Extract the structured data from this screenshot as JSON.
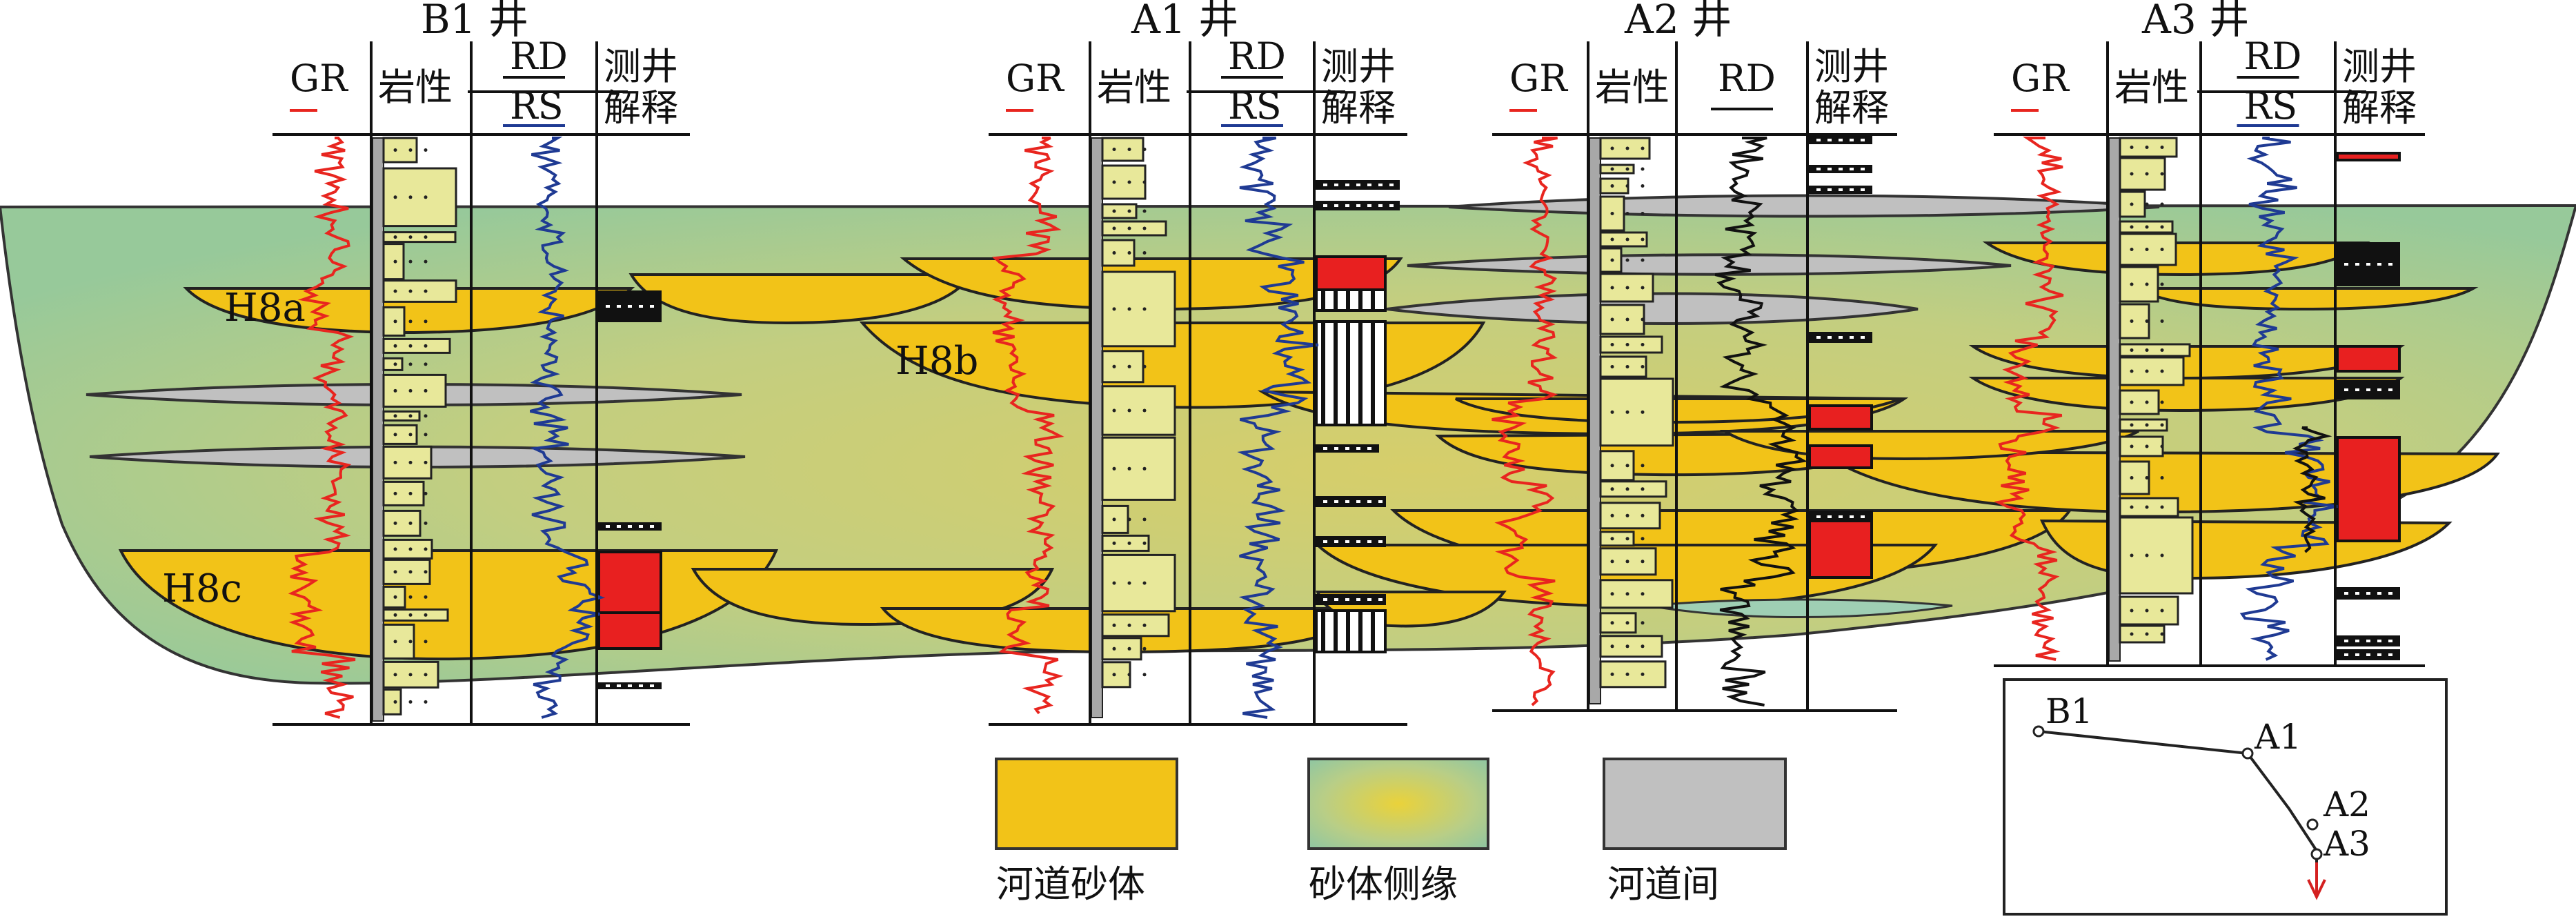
{
  "wells": [
    {
      "id": "B1",
      "name": "B1 井",
      "headers": {
        "gr": "GR",
        "lith": "岩性",
        "rd": "RD",
        "rs": "RS",
        "interp_line1": "测井",
        "interp_line2": "解释"
      }
    },
    {
      "id": "A1",
      "name": "A1 井",
      "headers": {
        "gr": "GR",
        "lith": "岩性",
        "rd": "RD",
        "rs": "RS",
        "interp_line1": "测井",
        "interp_line2": "解释"
      }
    },
    {
      "id": "A2",
      "name": "A2 井",
      "headers": {
        "gr": "GR",
        "lith": "岩性",
        "rd": "RD",
        "rs": "",
        "interp_line1": "测井",
        "interp_line2": "解释"
      }
    },
    {
      "id": "A3",
      "name": "A3 井",
      "headers": {
        "gr": "GR",
        "lith": "岩性",
        "rd": "RD",
        "rs": "RS",
        "interp_line1": "测井",
        "interp_line2": "解释"
      }
    }
  ],
  "sand_labels": {
    "h8a": "H8a",
    "h8b": "H8b",
    "h8c": "H8c"
  },
  "legend": [
    {
      "label": "河道砂体",
      "color": "#F2C318"
    },
    {
      "label": "砂体侧缘",
      "color": "#9FCB8E"
    },
    {
      "label": "河道间",
      "color": "#C0C0C0"
    }
  ],
  "location_map": {
    "points": [
      "B1",
      "A1",
      "A2",
      "A3"
    ]
  },
  "colors": {
    "gr_curve": "#E8251F",
    "resistivity_curve": "#1F3A93",
    "rd_curve": "#111111",
    "channel_sand": "#F2C318",
    "sand_margin_outer": "#9FCB8E",
    "sand_margin_inner": "#C9CF7C",
    "interchannel": "#C0C0C0",
    "lith_fill": "#E8E89A",
    "interp_red": "#E82020"
  }
}
